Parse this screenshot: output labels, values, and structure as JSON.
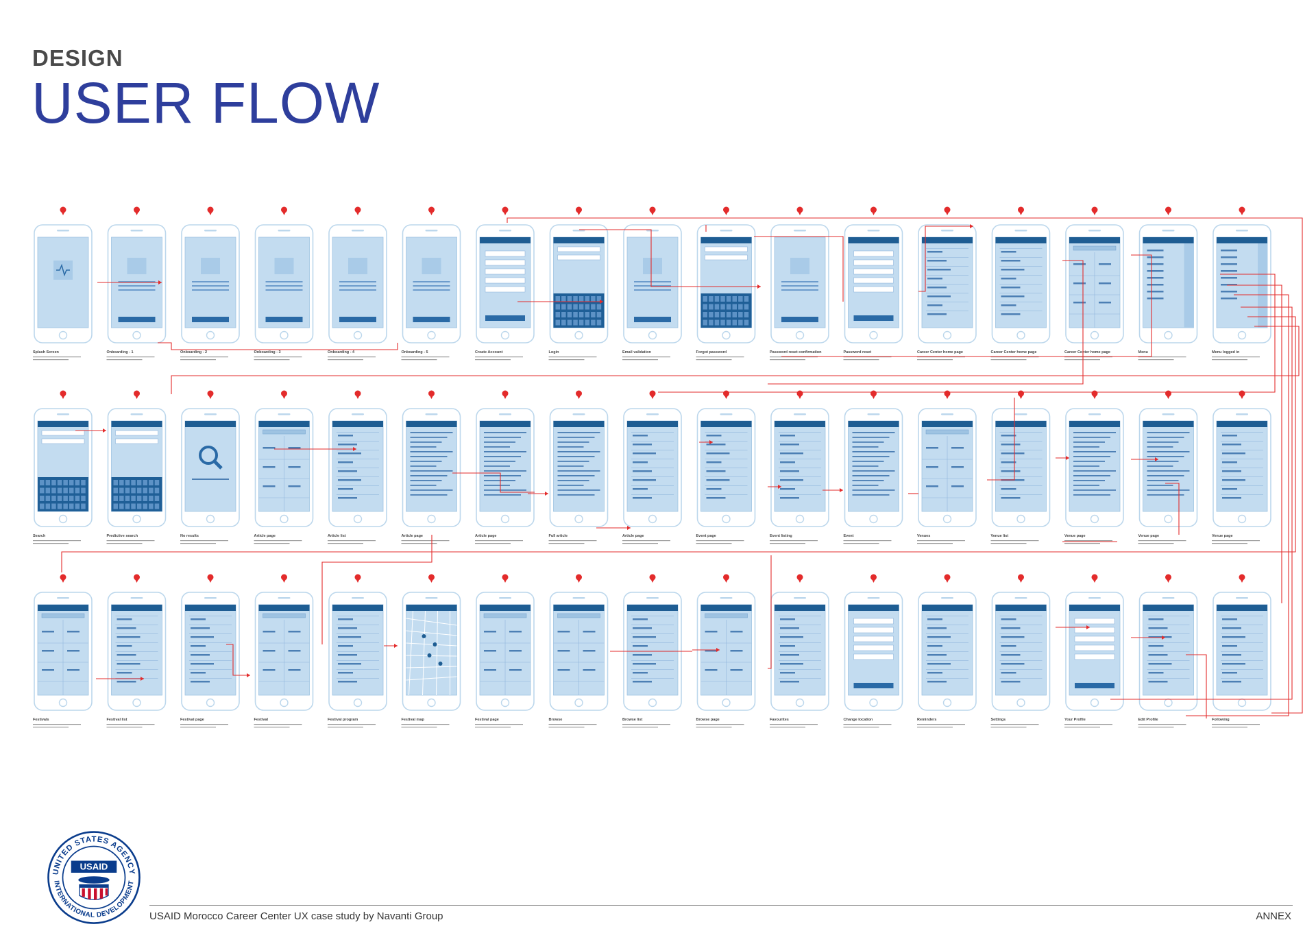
{
  "header": {
    "kicker": "DESIGN",
    "title": "USER FLOW"
  },
  "colors": {
    "title": "#2e3e9c",
    "phone_outline": "#bcd7ec",
    "screen": "#c3dcf0",
    "header_bar": "#1e5d93",
    "flow_line": "#e32b2b"
  },
  "screens": [
    [
      {
        "caption": "Splash Screen",
        "style": "splash"
      },
      {
        "caption": "Onboarding - 1",
        "style": "onboard"
      },
      {
        "caption": "Onboarding - 2",
        "style": "onboard"
      },
      {
        "caption": "Onboarding - 3",
        "style": "onboard"
      },
      {
        "caption": "Onboarding - 4",
        "style": "onboard"
      },
      {
        "caption": "Onboarding - 5",
        "style": "onboard"
      },
      {
        "caption": "Create Account",
        "style": "form"
      },
      {
        "caption": "Login",
        "style": "keyboard"
      },
      {
        "caption": "Email validation",
        "style": "onboard"
      },
      {
        "caption": "Forgot password",
        "style": "keyboard"
      },
      {
        "caption": "Password reset confirmation",
        "style": "onboard"
      },
      {
        "caption": "Password reset",
        "style": "form"
      },
      {
        "caption": "Career Center home page",
        "style": "list"
      },
      {
        "caption": "Career Center home page",
        "style": "list"
      },
      {
        "caption": "Career Center home page",
        "style": "grid"
      },
      {
        "caption": "Menu",
        "style": "menu"
      },
      {
        "caption": "Menu logged in",
        "style": "menu"
      }
    ],
    [
      {
        "caption": "Search",
        "style": "keyboard"
      },
      {
        "caption": "Predictive search",
        "style": "keyboard"
      },
      {
        "caption": "No results",
        "style": "search"
      },
      {
        "caption": "Article page",
        "style": "grid"
      },
      {
        "caption": "Article list",
        "style": "list"
      },
      {
        "caption": "Article page",
        "style": "text"
      },
      {
        "caption": "Article page",
        "style": "text"
      },
      {
        "caption": "Full article",
        "style": "text"
      },
      {
        "caption": "Article page",
        "style": "list"
      },
      {
        "caption": "Event page",
        "style": "list"
      },
      {
        "caption": "Event listing",
        "style": "list"
      },
      {
        "caption": "Event",
        "style": "text"
      },
      {
        "caption": "Venues",
        "style": "grid"
      },
      {
        "caption": "Venue list",
        "style": "list"
      },
      {
        "caption": "Venue page",
        "style": "text"
      },
      {
        "caption": "Venue page",
        "style": "text"
      },
      {
        "caption": "Venue page",
        "style": "list"
      }
    ],
    [
      {
        "caption": "Festivals",
        "style": "grid"
      },
      {
        "caption": "Festival list",
        "style": "list"
      },
      {
        "caption": "Festival page",
        "style": "list"
      },
      {
        "caption": "Festival",
        "style": "grid"
      },
      {
        "caption": "Festival program",
        "style": "list"
      },
      {
        "caption": "Festival map",
        "style": "map"
      },
      {
        "caption": "Festival page",
        "style": "grid"
      },
      {
        "caption": "Browse",
        "style": "grid"
      },
      {
        "caption": "Browse list",
        "style": "list"
      },
      {
        "caption": "Browse page",
        "style": "grid"
      },
      {
        "caption": "Favourites",
        "style": "list"
      },
      {
        "caption": "Change location",
        "style": "form"
      },
      {
        "caption": "Reminders",
        "style": "list"
      },
      {
        "caption": "Settings",
        "style": "list"
      },
      {
        "caption": "Your Profile",
        "style": "form"
      },
      {
        "caption": "Edit Profile",
        "style": "list"
      },
      {
        "caption": "Following",
        "style": "list"
      }
    ]
  ],
  "footer": {
    "credit": "USAID Morocco Career Center UX case study by Navanti Group",
    "section": "ANNEX"
  },
  "logo": {
    "ring_top": "UNITED STATES AGENCY",
    "ring_bottom": "INTERNATIONAL DEVELOPMENT",
    "name": "USAID"
  }
}
